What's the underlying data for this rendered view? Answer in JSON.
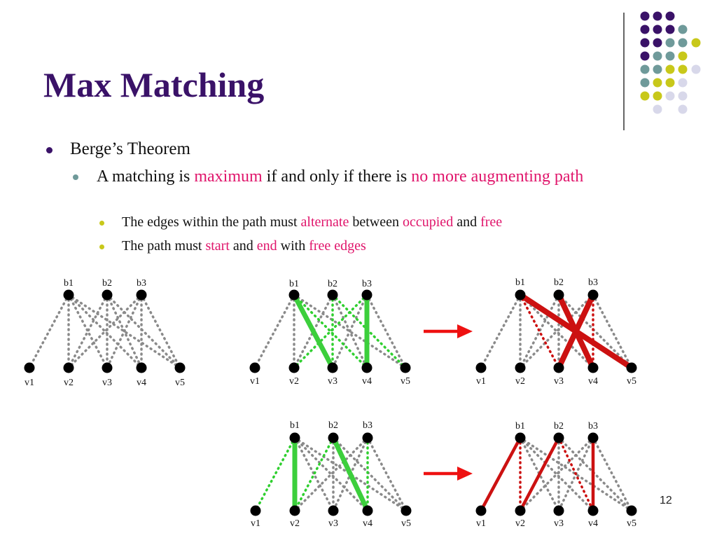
{
  "slide": {
    "title": "Max Matching",
    "page_number": "12"
  },
  "bullets": {
    "level1": "Berge’s Theorem",
    "level2": {
      "prefix": "A matching is ",
      "hl1": "maximum",
      "mid": " if and only if there is ",
      "hl2": "no more augmenting path"
    },
    "level3": [
      {
        "a": "The edges within the path must ",
        "hl1": "alternate",
        "b": " between ",
        "hl2": "occupied",
        "c": " and ",
        "hl3": "free"
      },
      {
        "a": "The path must ",
        "hl1": "start",
        "b": " and ",
        "hl2": "end",
        "c": " with ",
        "hl3": "free edges"
      }
    ]
  },
  "colors": {
    "title": "#3a1268",
    "highlight": "#e0156b",
    "bullet1": "#3a1268",
    "bullet2": "#6f9a9a",
    "bullet3": "#c8c81a",
    "node": "#000000",
    "free_edge": "#8a8a8a",
    "green_free": "#2fcf2f",
    "green_matched": "#3ccf3c",
    "red_edge": "#cc1111",
    "arrow": "#ee1111"
  },
  "graph_labels": {
    "top": [
      "b1",
      "b2",
      "b3"
    ],
    "bottom": [
      "v1",
      "v2",
      "v3",
      "v4",
      "v5"
    ]
  },
  "graph_edges": [
    [
      0,
      0
    ],
    [
      0,
      1
    ],
    [
      0,
      2
    ],
    [
      0,
      3
    ],
    [
      0,
      4
    ],
    [
      1,
      1
    ],
    [
      1,
      2
    ],
    [
      1,
      3
    ],
    [
      1,
      4
    ],
    [
      2,
      1
    ],
    [
      2,
      2
    ],
    [
      2,
      3
    ],
    [
      2,
      4
    ]
  ],
  "graphs": [
    {
      "id": "g1",
      "matched": [],
      "alt_free": []
    },
    {
      "id": "g2",
      "matched": [
        [
          0,
          2
        ],
        [
          2,
          3
        ]
      ],
      "alt_free": [
        [
          0,
          3
        ],
        [
          1,
          2
        ],
        [
          1,
          4
        ],
        [
          2,
          1
        ]
      ],
      "style": "green"
    },
    {
      "id": "g3",
      "matched": [
        [
          0,
          4
        ],
        [
          1,
          3
        ],
        [
          2,
          2
        ]
      ],
      "alt_free": [
        [
          0,
          2
        ],
        [
          2,
          3
        ]
      ],
      "style": "red-thick"
    },
    {
      "id": "g4",
      "matched": [
        [
          0,
          1
        ],
        [
          1,
          3
        ]
      ],
      "alt_free": [
        [
          0,
          0
        ],
        [
          1,
          1
        ],
        [
          2,
          3
        ]
      ],
      "style": "green"
    },
    {
      "id": "g5",
      "matched": [
        [
          0,
          0
        ],
        [
          1,
          1
        ],
        [
          2,
          3
        ]
      ],
      "alt_free": [
        [
          0,
          1
        ],
        [
          1,
          3
        ]
      ],
      "style": "red-thin"
    }
  ],
  "arrows": [
    "arrow-1",
    "arrow-2"
  ]
}
